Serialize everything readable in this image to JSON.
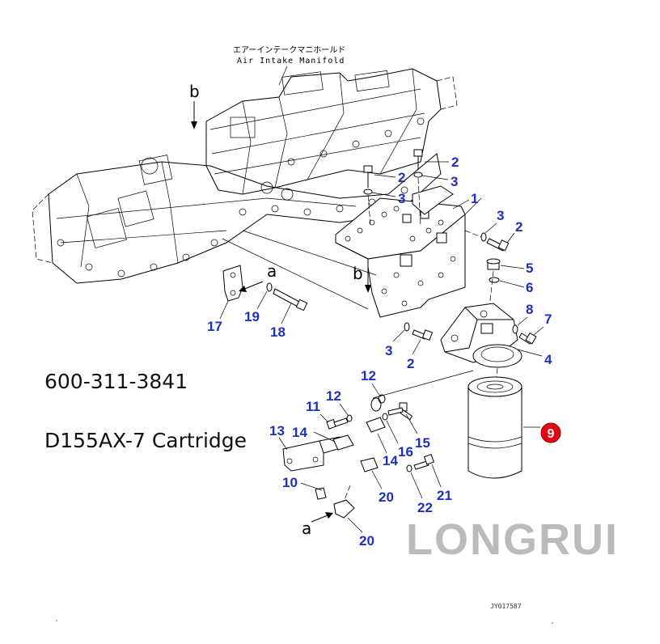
{
  "diagram": {
    "title_japanese": "エアーインテークマニホールド",
    "title_english": "Air Intake Manifold",
    "part_number": "600-311-3841",
    "model": "D155AX-7 Cartridge",
    "brand": "LONGRUI",
    "drawing_code": "JY017587",
    "arrow_labels": [
      "b",
      "b",
      "a",
      "a"
    ],
    "callouts": [
      "2",
      "2",
      "3",
      "3",
      "1",
      "3",
      "2",
      "5",
      "6",
      "8",
      "7",
      "4",
      "3",
      "2",
      "17",
      "19",
      "18",
      "12",
      "12",
      "11",
      "13",
      "14",
      "16",
      "15",
      "14",
      "10",
      "20",
      "22",
      "21",
      "20"
    ],
    "highlighted_callout": "9",
    "highlight_color": "#e30613"
  }
}
